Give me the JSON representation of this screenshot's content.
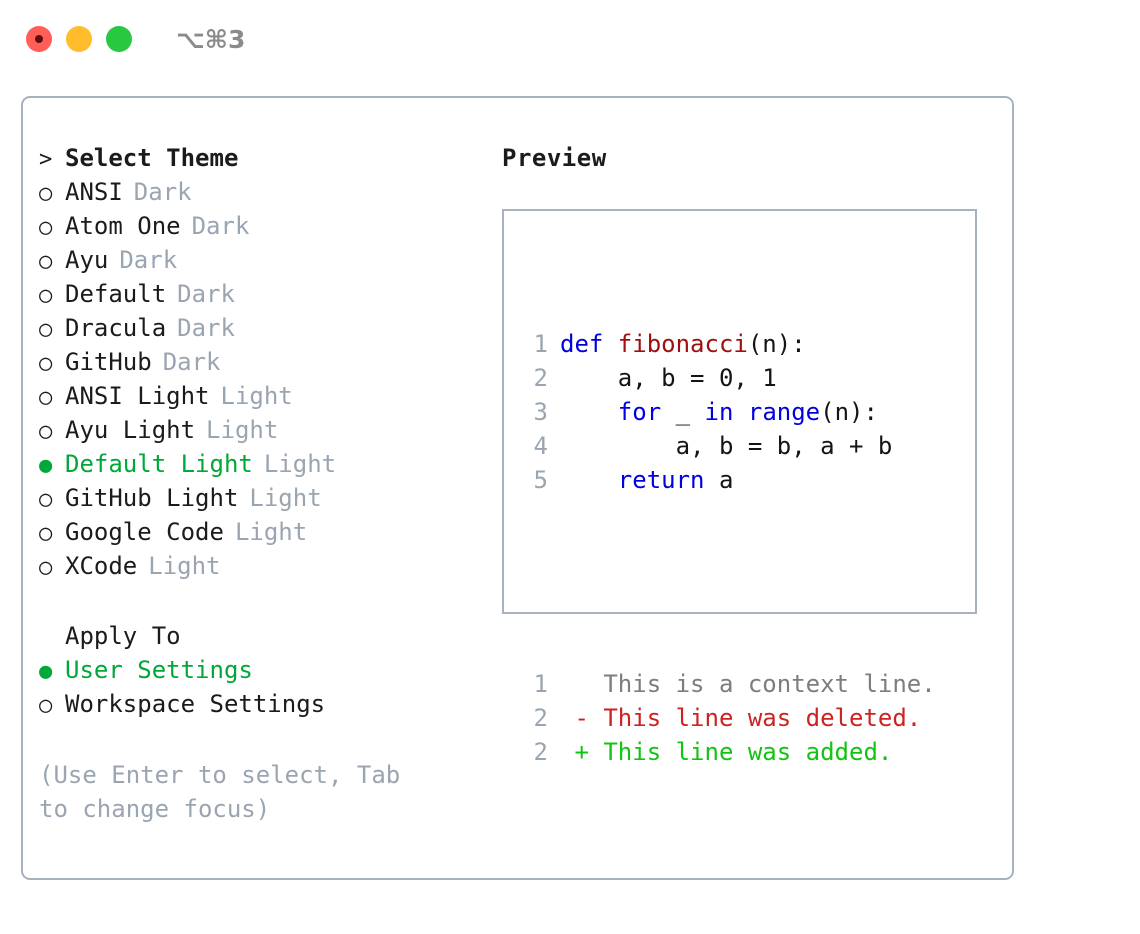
{
  "window": {
    "shortcut": "⌥⌘3",
    "traffic_lights": [
      {
        "name": "close",
        "color": "#ff5f57"
      },
      {
        "name": "minimize",
        "color": "#ffbd2e"
      },
      {
        "name": "maximize",
        "color": "#28c840"
      }
    ]
  },
  "colors": {
    "accent_green": "#00a838",
    "muted_gray": "#9aa5b1",
    "text": "#1b1b1b",
    "border": "#a8b2be",
    "keyword_blue": "#0000e0",
    "function_red": "#a01010",
    "diff_add": "#11c411",
    "diff_del": "#cc2222",
    "diff_ctx": "#7d7d7d"
  },
  "theme_picker": {
    "prompt_marker": ">",
    "title": "Select Theme",
    "marker_unselected": "○",
    "marker_selected": "●",
    "items": [
      {
        "name": "ANSI",
        "category": "Dark",
        "selected": false
      },
      {
        "name": "Atom One",
        "category": "Dark",
        "selected": false
      },
      {
        "name": "Ayu",
        "category": "Dark",
        "selected": false
      },
      {
        "name": "Default",
        "category": "Dark",
        "selected": false
      },
      {
        "name": "Dracula",
        "category": "Dark",
        "selected": false
      },
      {
        "name": "GitHub",
        "category": "Dark",
        "selected": false
      },
      {
        "name": "ANSI Light",
        "category": "Light",
        "selected": false
      },
      {
        "name": "Ayu Light",
        "category": "Light",
        "selected": false
      },
      {
        "name": "Default Light",
        "category": "Light",
        "selected": true
      },
      {
        "name": "GitHub Light",
        "category": "Light",
        "selected": false
      },
      {
        "name": "Google Code",
        "category": "Light",
        "selected": false
      },
      {
        "name": "XCode",
        "category": "Light",
        "selected": false
      }
    ]
  },
  "apply_to": {
    "title": "Apply To",
    "options": [
      {
        "name": "User Settings",
        "selected": true
      },
      {
        "name": "Workspace Settings",
        "selected": false
      }
    ]
  },
  "hint": "(Use Enter to select, Tab to change focus)",
  "preview": {
    "title": "Preview",
    "code_lines": [
      {
        "number": "1",
        "tokens": [
          {
            "text": "def ",
            "kind": "kw"
          },
          {
            "text": "fibonacci",
            "kind": "fn"
          },
          {
            "text": "(n):",
            "kind": "plain"
          }
        ]
      },
      {
        "number": "2",
        "tokens": [
          {
            "text": "    a, b = 0, 1",
            "kind": "plain"
          }
        ]
      },
      {
        "number": "3",
        "tokens": [
          {
            "text": "    ",
            "kind": "plain"
          },
          {
            "text": "for",
            "kind": "kw"
          },
          {
            "text": " _ ",
            "kind": "plain"
          },
          {
            "text": "in",
            "kind": "kw"
          },
          {
            "text": " ",
            "kind": "plain"
          },
          {
            "text": "range",
            "kind": "kw"
          },
          {
            "text": "(n):",
            "kind": "plain"
          }
        ]
      },
      {
        "number": "4",
        "tokens": [
          {
            "text": "        a, b = b, a + b",
            "kind": "plain"
          }
        ]
      },
      {
        "number": "5",
        "tokens": [
          {
            "text": "    ",
            "kind": "plain"
          },
          {
            "text": "return",
            "kind": "kw"
          },
          {
            "text": " a",
            "kind": "plain"
          }
        ]
      }
    ],
    "diff_lines": [
      {
        "number": "1",
        "sign": " ",
        "text": "This is a context line.",
        "kind": "ctx"
      },
      {
        "number": "2",
        "sign": "-",
        "text": "This line was deleted.",
        "kind": "del"
      },
      {
        "number": "2",
        "sign": "+",
        "text": "This line was added.",
        "kind": "add"
      }
    ]
  }
}
